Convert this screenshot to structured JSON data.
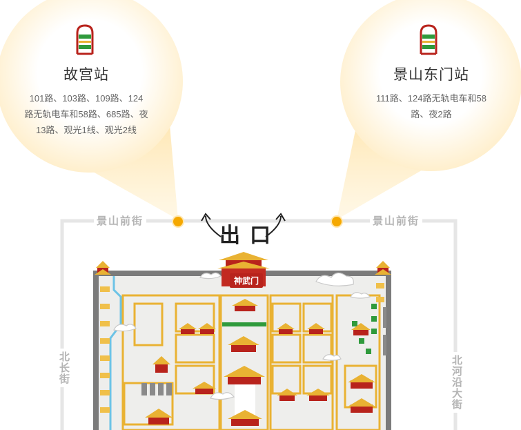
{
  "stations": {
    "left": {
      "name": "故宫站",
      "routes": [
        "101路、103路、109路、124",
        "路无轨电车和58路、685路、夜",
        "13路、观光1线、观光2线"
      ],
      "icon": "bus-stop-sign-icon"
    },
    "right": {
      "name": "景山东门站",
      "routes": [
        "111路、124路无轨电车和58",
        "路、夜2路"
      ],
      "icon": "bus-stop-sign-icon"
    }
  },
  "streets": {
    "top_left": "景山前街",
    "top_right": "景山前街",
    "left": "北长街",
    "right": "北河沿大街"
  },
  "map": {
    "exit_label": "出口",
    "gate_label": "神武门"
  },
  "colors": {
    "accent": "#f5a800",
    "roof": "#e9b233",
    "wall": "#b8231c",
    "green": "#2f9a3c"
  }
}
